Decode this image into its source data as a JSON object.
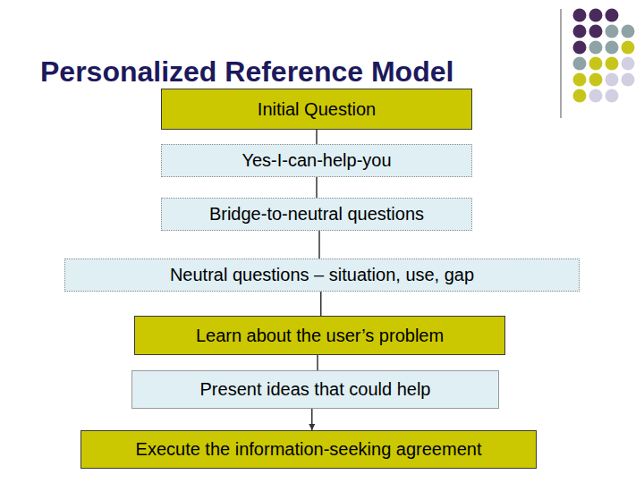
{
  "diagram": {
    "title": "Personalized Reference Model",
    "nodes": [
      {
        "text": [
          "Initial Question"
        ]
      },
      {
        "text": [
          "Yes-I-can-help-you"
        ]
      },
      {
        "text": [
          "Bridge-to-neutral questions"
        ]
      },
      {
        "text": [
          "Neutral questions – situation, use, gap"
        ]
      },
      {
        "text": [
          "Learn about the user’s problem"
        ]
      },
      {
        "text": [
          "Present ideas that could help"
        ]
      },
      {
        "text": [
          "Execute the information-seeking agreement"
        ]
      }
    ],
    "edges": [
      {
        "from": 0,
        "to": 1,
        "arrow": "none"
      },
      {
        "from": 1,
        "to": 2,
        "arrow": "none"
      },
      {
        "from": 2,
        "to": 3,
        "arrow": "none"
      },
      {
        "from": 3,
        "to": 4,
        "arrow": "none"
      },
      {
        "from": 4,
        "to": 5,
        "arrow": "none"
      },
      {
        "from": 5,
        "to": 6,
        "arrow": "to"
      }
    ]
  }
}
